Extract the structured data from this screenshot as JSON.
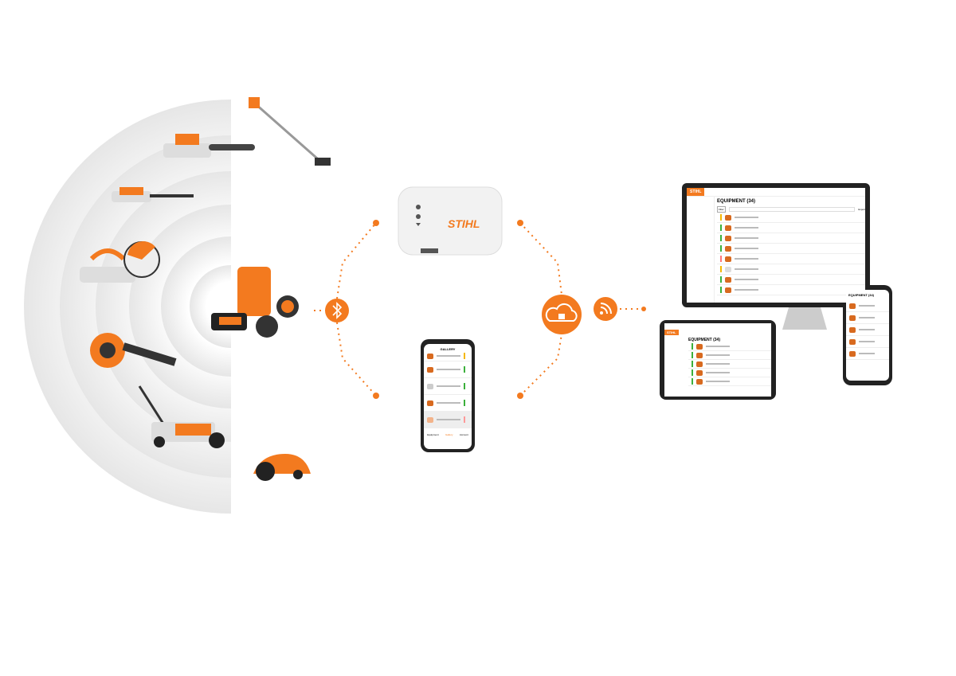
{
  "brand": "STIHL",
  "colors": {
    "accent": "#f37a1f",
    "ring": "#ececec",
    "dark": "#222222"
  },
  "router": {
    "logo": "STIHL",
    "icons": [
      "power-icon",
      "globe-icon",
      "download-icon"
    ]
  },
  "phone_app": {
    "title": "GALLERY",
    "tabs": [
      "Equipment",
      "Gallery",
      "Account"
    ]
  },
  "desktop_app": {
    "logo": "STIHL",
    "title": "EQUIPMENT (34)",
    "filter_label": "Filter",
    "export_label": "Export"
  },
  "tablet_app": {
    "logo": "STIHL",
    "title": "EQUIPMENT (34)"
  },
  "mobile_app": {
    "title": "EQUIPMENT (34)"
  },
  "connectors": {
    "left": "bluetooth-icon",
    "cloud": "cloud-lock-icon",
    "wireless": "wifi-icon"
  }
}
